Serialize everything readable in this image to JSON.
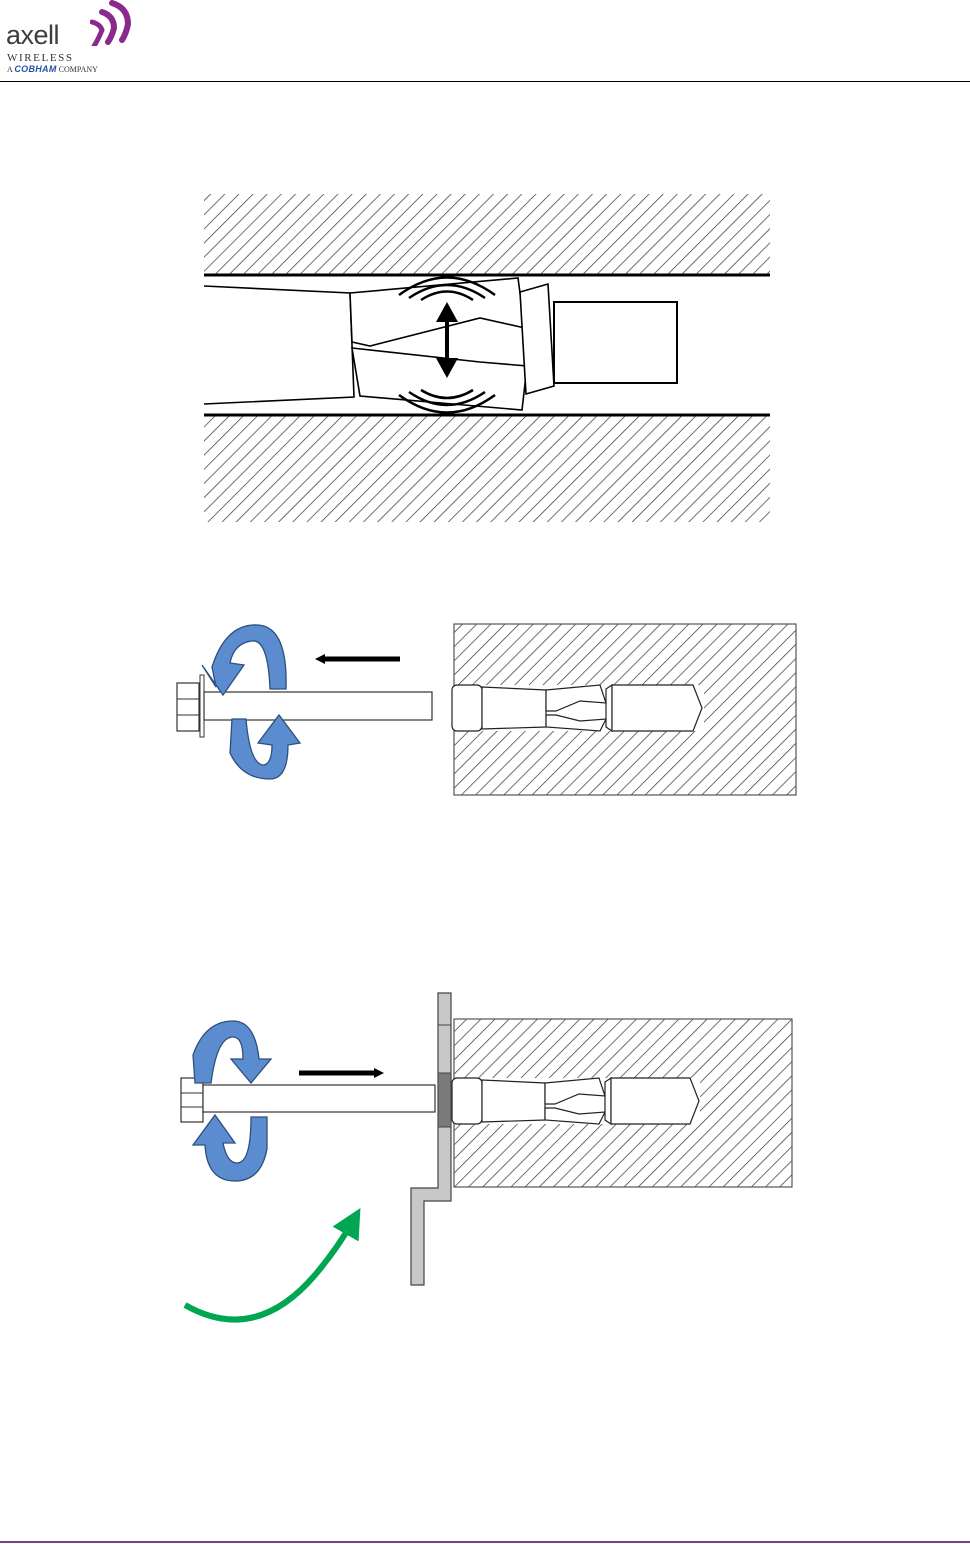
{
  "header": {
    "logo": {
      "wordmark": "axell",
      "line1": "WIRELESS",
      "line2_prefix": "A ",
      "line2_brand": "COBHAM",
      "line2_suffix": " COMPANY",
      "mark_color": "#8a2a8c"
    }
  },
  "figures": [
    {
      "id": "anchor-expansion-in-hole",
      "icons": [
        "hatched-wall-icon",
        "anchor-sleeve-icon",
        "expansion-arrow-icon",
        "vibration-arcs-icon"
      ]
    },
    {
      "id": "bolt-removal",
      "icons": [
        "hatched-wall-icon",
        "bolt-icon",
        "counterclockwise-rotation-icon",
        "pull-direction-arrow-icon"
      ]
    },
    {
      "id": "bracket-fastening",
      "icons": [
        "hatched-wall-icon",
        "bolt-icon",
        "clockwise-rotation-icon",
        "push-direction-arrow-icon",
        "bracket-icon",
        "curved-green-arrow-icon"
      ]
    }
  ],
  "colors": {
    "rotation_blue": "#5b8ccf",
    "rotation_blue_dark": "#3a5f95",
    "green_arrow": "#00a651",
    "bracket_gray": "#c8c8c8",
    "footer_rule": "#7a3f8c"
  }
}
